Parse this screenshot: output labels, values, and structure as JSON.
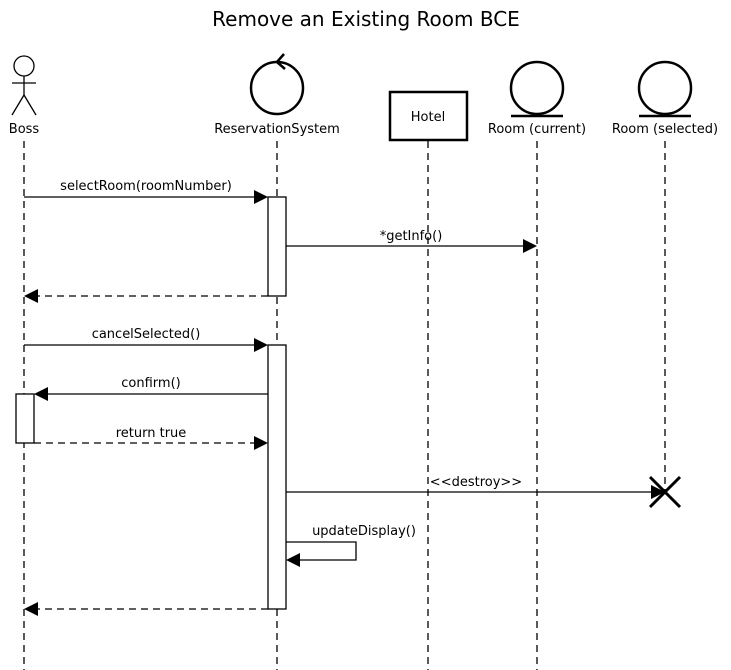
{
  "title": "Remove an Existing Room BCE",
  "participants": [
    {
      "id": "boss",
      "label": "Boss",
      "kind": "actor"
    },
    {
      "id": "rs",
      "label": "ReservationSystem",
      "kind": "control"
    },
    {
      "id": "hotel",
      "label": "Hotel",
      "kind": "boundary-box"
    },
    {
      "id": "room_current",
      "label": "Room (current)",
      "kind": "entity"
    },
    {
      "id": "room_selected",
      "label": "Room (selected)",
      "kind": "entity"
    }
  ],
  "messages": [
    {
      "id": "m1",
      "label": "selectRoom(roomNumber)",
      "from": "boss",
      "to": "rs",
      "style": "sync"
    },
    {
      "id": "m2",
      "label": "*getInfo()",
      "from": "rs",
      "to": "room_current",
      "style": "sync"
    },
    {
      "id": "m3",
      "label": "",
      "from": "rs",
      "to": "boss",
      "style": "return"
    },
    {
      "id": "m4",
      "label": "cancelSelected()",
      "from": "boss",
      "to": "rs",
      "style": "sync"
    },
    {
      "id": "m5",
      "label": "confirm()",
      "from": "rs",
      "to": "boss",
      "style": "sync"
    },
    {
      "id": "m6",
      "label": "return true",
      "from": "boss",
      "to": "rs",
      "style": "return"
    },
    {
      "id": "m7",
      "label": "<<destroy>>",
      "from": "rs",
      "to": "room_selected",
      "style": "destroy"
    },
    {
      "id": "m8",
      "label": "updateDisplay()",
      "from": "rs",
      "to": "rs",
      "style": "self"
    },
    {
      "id": "m9",
      "label": "",
      "from": "rs",
      "to": "boss",
      "style": "return"
    }
  ]
}
